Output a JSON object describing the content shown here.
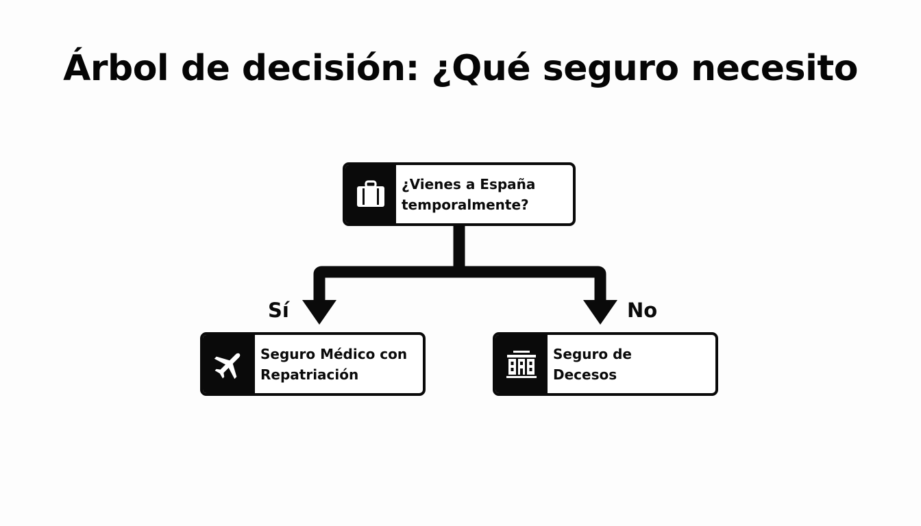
{
  "title": "Árbol de decisión: ¿Qué seguro necesito",
  "colors": {
    "background": "#fdfdfd",
    "ink": "#0a0a0a",
    "node_fill": "#ffffff",
    "icon_fg": "#ffffff"
  },
  "tree": {
    "root": {
      "icon": "suitcase-icon",
      "line1": "¿Vienes a España",
      "line2": "temporalmente?"
    },
    "branches": [
      {
        "answer": "Sí",
        "result": {
          "icon": "airplane-icon",
          "line1": "Seguro Médico con",
          "line2": "Repatriación"
        }
      },
      {
        "answer": "No",
        "result": {
          "icon": "building-icon",
          "line1": "Seguro de",
          "line2": "Decesos"
        }
      }
    ]
  }
}
